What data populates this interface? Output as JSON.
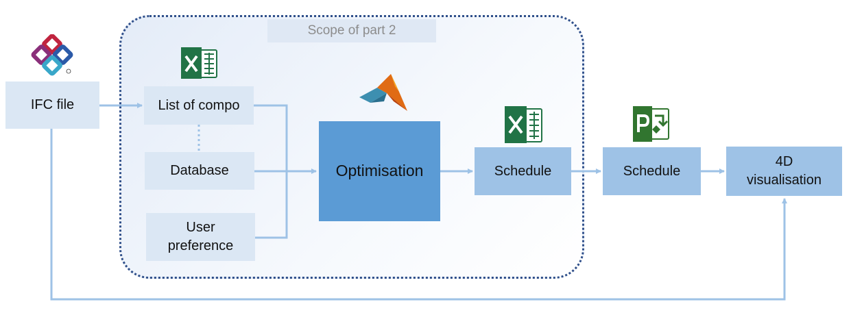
{
  "scope": {
    "title": "Scope of part 2"
  },
  "nodes": {
    "ifc_file": "IFC file",
    "list_of_compo": "List of compo",
    "database": "Database",
    "user_preference": "User preference",
    "optimisation": "Optimisation",
    "schedule_excel": "Schedule",
    "schedule_project": "Schedule",
    "visualisation_4d": "4D visualisation"
  },
  "icons": {
    "ifc_logo": "ifc-logo-icon",
    "excel_top": "excel-icon",
    "excel_schedule": "excel-icon",
    "matlab": "matlab-icon",
    "project": "ms-project-icon"
  },
  "colors": {
    "light_box": "#dbe7f4",
    "mid_box": "#9ec2e6",
    "dark_box": "#5b9bd5",
    "connector": "#9ec2e6",
    "scope_border": "#2f4f8a"
  }
}
